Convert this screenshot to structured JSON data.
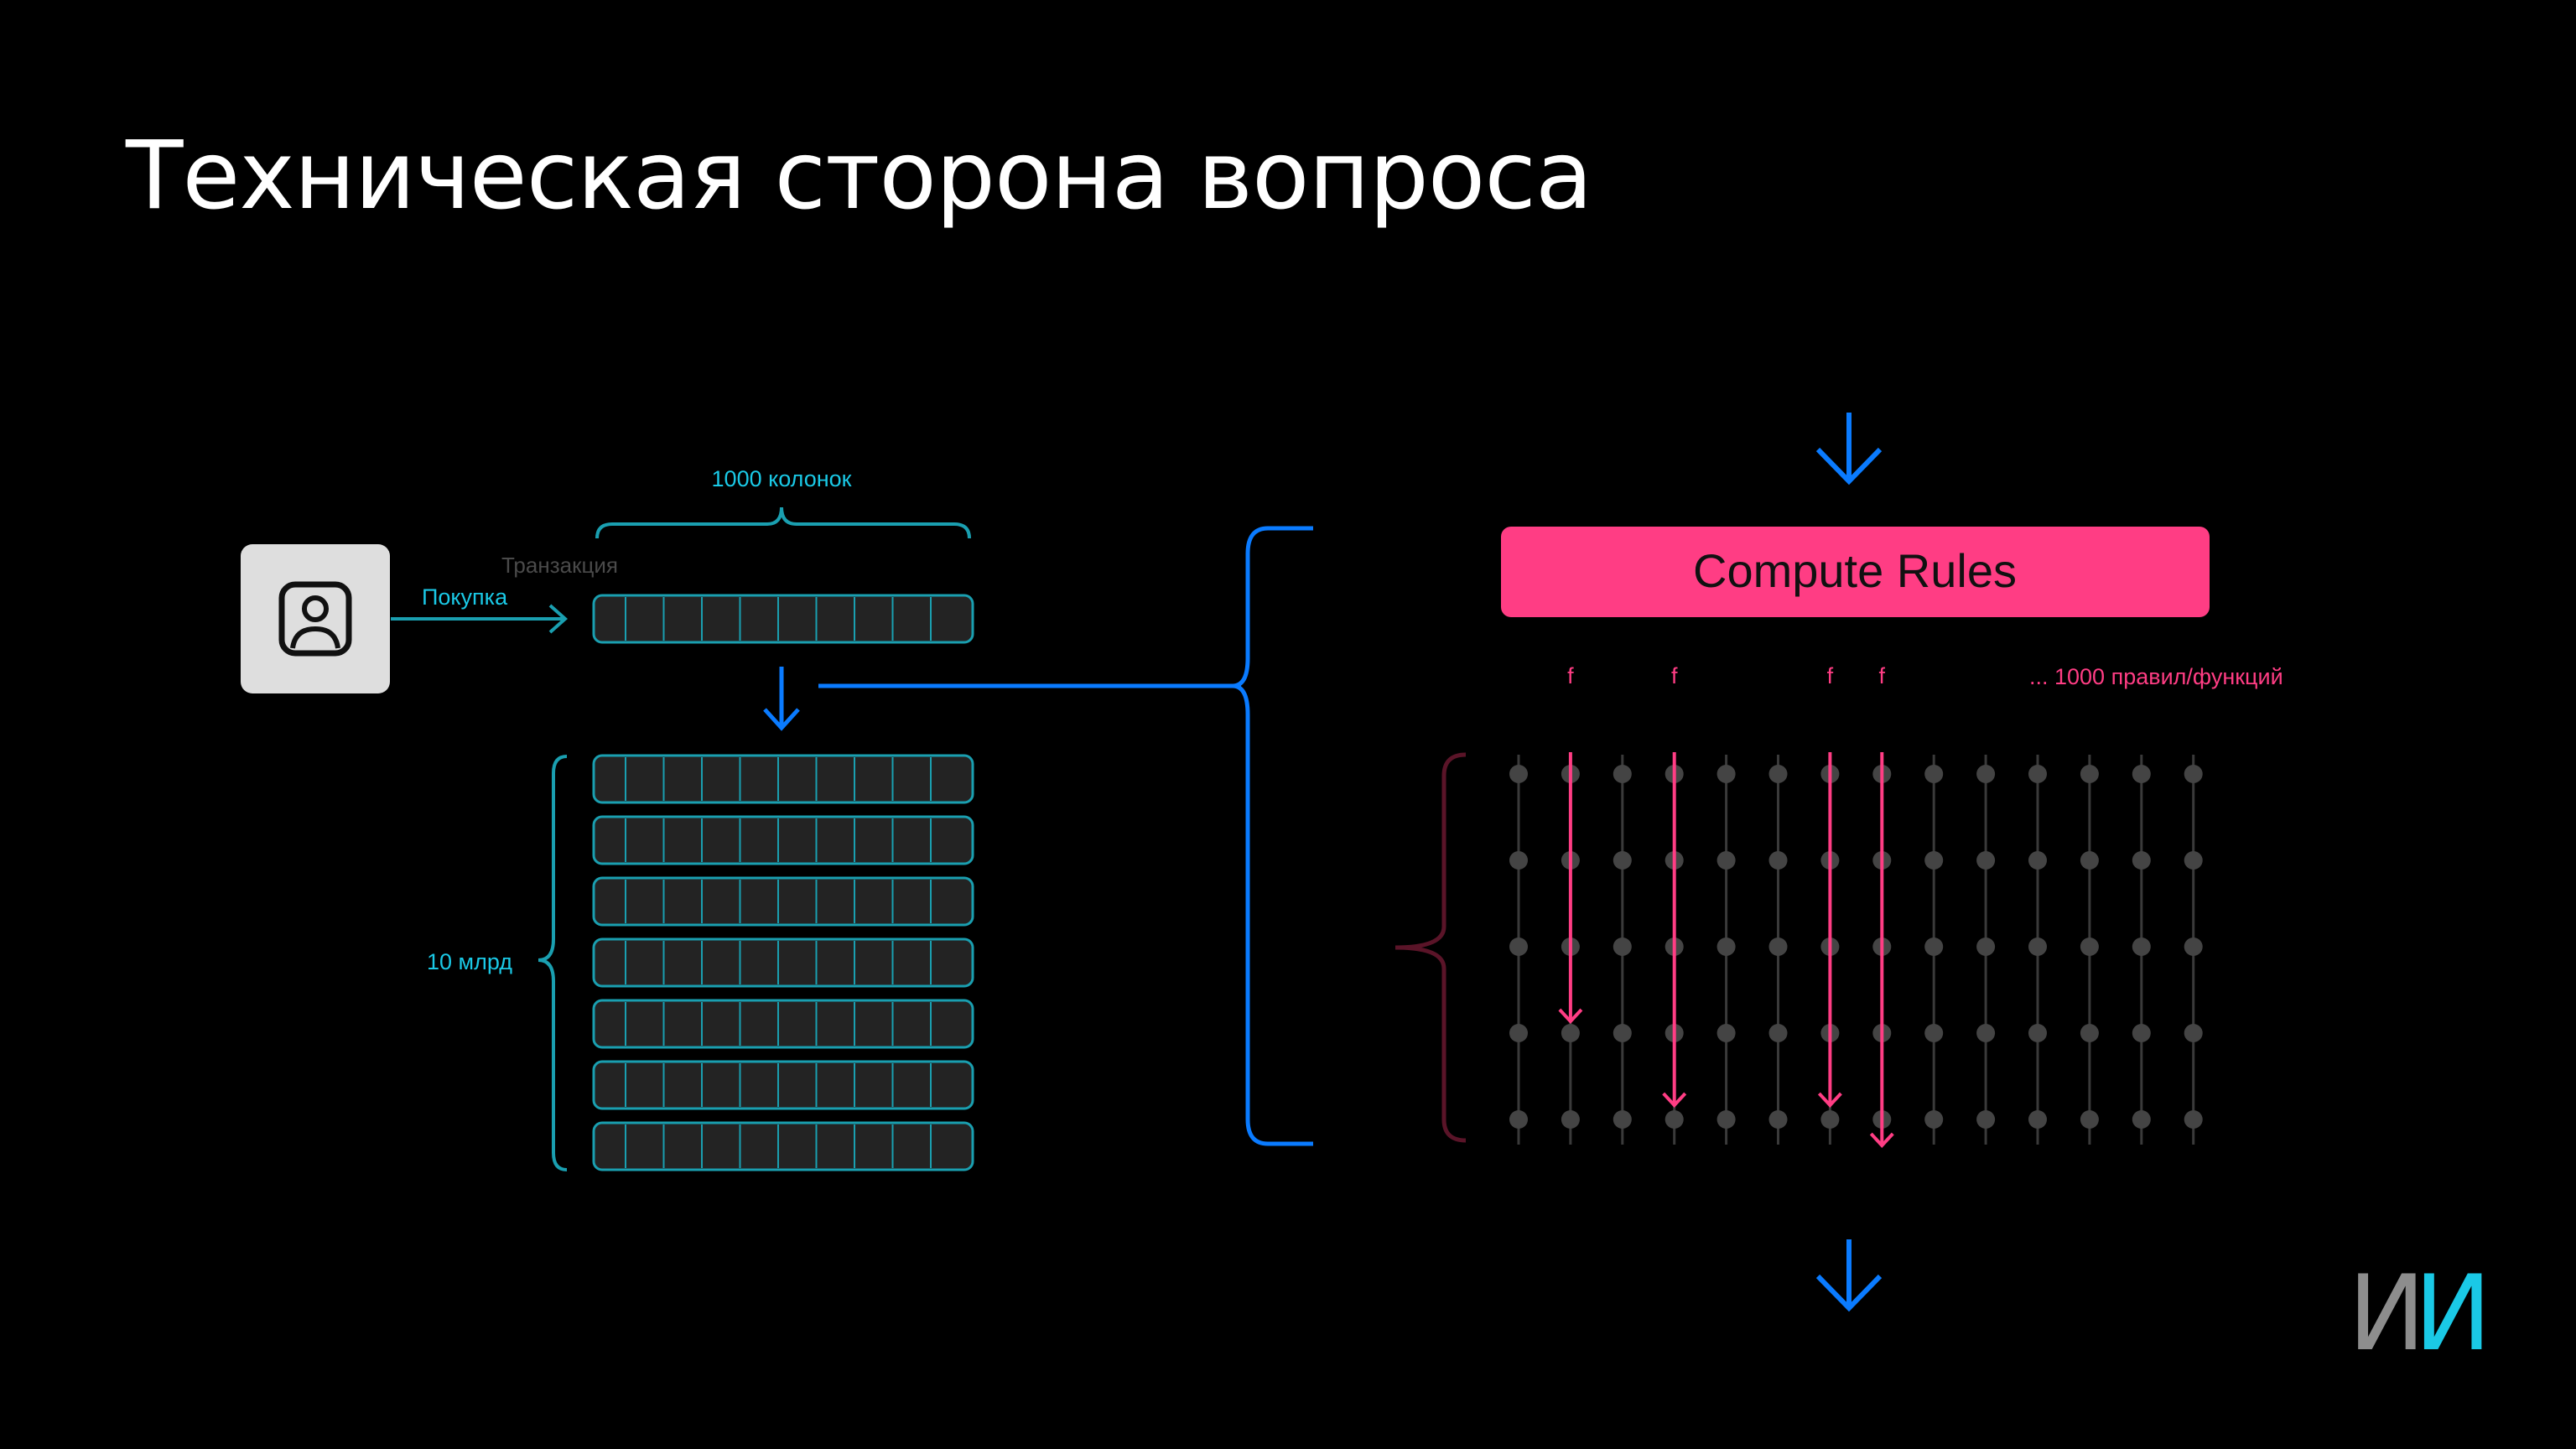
{
  "slide": {
    "title": "Техническая сторона вопроса"
  },
  "left": {
    "columns_label": "1000 колонок",
    "transaction_label": "Транзакция",
    "purchase_label": "Покупка",
    "rows_label": "10 млрд",
    "user_icon": "user-portrait-icon"
  },
  "right": {
    "compute_label": "Compute Rules",
    "function_labels": [
      "f",
      "f",
      "f",
      "f"
    ],
    "rules_label": "... 1000 правил/функций"
  },
  "logo": {
    "first": "И",
    "second": "И"
  },
  "colors": {
    "background": "#000000",
    "teal": "#1a9fb0",
    "teal_text": "#1ac9e6",
    "blue": "#0a7bff",
    "pink": "#ff3d84",
    "gray_dot": "#3f3f3f",
    "icon_bg": "#dedede"
  }
}
